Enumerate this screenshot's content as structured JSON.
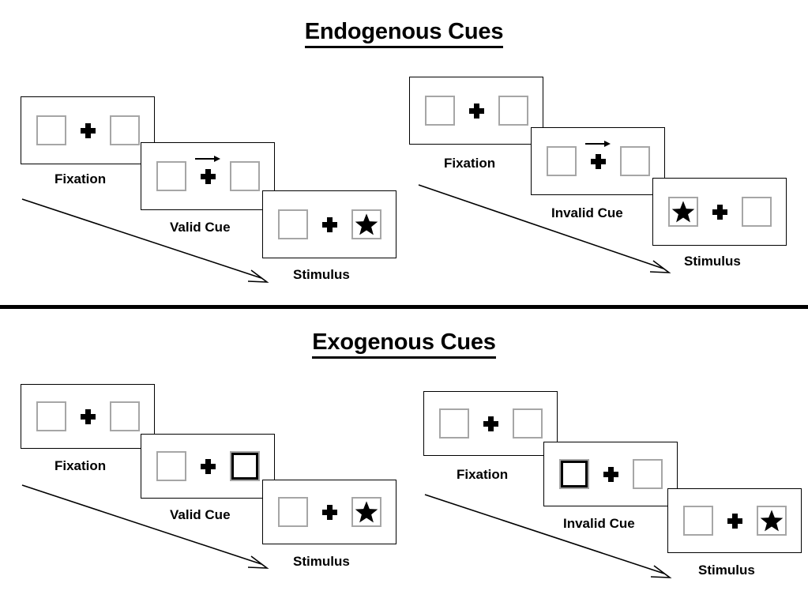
{
  "page": {
    "background": "#ffffff",
    "frame_border_color": "#000000",
    "square_border_color": "#a6a6a6",
    "cued_square_border_color": "#000000",
    "stimulus_color": "#000000",
    "divider_color": "#000000"
  },
  "sections": [
    {
      "id": "endogenous",
      "title": "Endogenous Cues",
      "cue_type": "arrow",
      "groups": [
        {
          "id": "endogenous-valid",
          "condition": "valid",
          "panels": [
            {
              "stage": "Fixation",
              "label": "Fixation",
              "left_square": "empty",
              "right_square": "empty",
              "cue": "none",
              "cue_side": "none"
            },
            {
              "stage": "Cue",
              "label": "Valid Cue",
              "left_square": "empty",
              "right_square": "empty",
              "cue": "arrow-right",
              "cue_side": "right"
            },
            {
              "stage": "Stimulus",
              "label": "Stimulus",
              "left_square": "empty",
              "right_square": "star",
              "cue": "none",
              "cue_side": "none"
            }
          ]
        },
        {
          "id": "endogenous-invalid",
          "condition": "invalid",
          "panels": [
            {
              "stage": "Fixation",
              "label": "Fixation",
              "left_square": "empty",
              "right_square": "empty",
              "cue": "none",
              "cue_side": "none"
            },
            {
              "stage": "Cue",
              "label": "Invalid Cue",
              "left_square": "empty",
              "right_square": "empty",
              "cue": "arrow-right",
              "cue_side": "right"
            },
            {
              "stage": "Stimulus",
              "label": "Stimulus",
              "left_square": "star",
              "right_square": "empty",
              "cue": "none",
              "cue_side": "none"
            }
          ]
        }
      ]
    },
    {
      "id": "exogenous",
      "title": "Exogenous Cues",
      "cue_type": "highlight",
      "groups": [
        {
          "id": "exogenous-valid",
          "condition": "valid",
          "panels": [
            {
              "stage": "Fixation",
              "label": "Fixation",
              "left_square": "empty",
              "right_square": "empty",
              "cue": "none",
              "cue_side": "none"
            },
            {
              "stage": "Cue",
              "label": "Valid Cue",
              "left_square": "empty",
              "right_square": "cued",
              "cue": "highlight",
              "cue_side": "right"
            },
            {
              "stage": "Stimulus",
              "label": "Stimulus",
              "left_square": "empty",
              "right_square": "star",
              "cue": "none",
              "cue_side": "none"
            }
          ]
        },
        {
          "id": "exogenous-invalid",
          "condition": "invalid",
          "panels": [
            {
              "stage": "Fixation",
              "label": "Fixation",
              "left_square": "empty",
              "right_square": "empty",
              "cue": "none",
              "cue_side": "none"
            },
            {
              "stage": "Cue",
              "label": "Invalid Cue",
              "left_square": "cued",
              "right_square": "empty",
              "cue": "highlight",
              "cue_side": "left"
            },
            {
              "stage": "Stimulus",
              "label": "Stimulus",
              "left_square": "empty",
              "right_square": "star",
              "cue": "none",
              "cue_side": "none"
            }
          ]
        }
      ]
    }
  ],
  "flow_arrows": [
    {
      "id": "endogenous-valid-flow",
      "direction": "down-right"
    },
    {
      "id": "endogenous-invalid-flow",
      "direction": "down-right"
    },
    {
      "id": "exogenous-valid-flow",
      "direction": "down-right"
    },
    {
      "id": "exogenous-invalid-flow",
      "direction": "down-right"
    }
  ]
}
